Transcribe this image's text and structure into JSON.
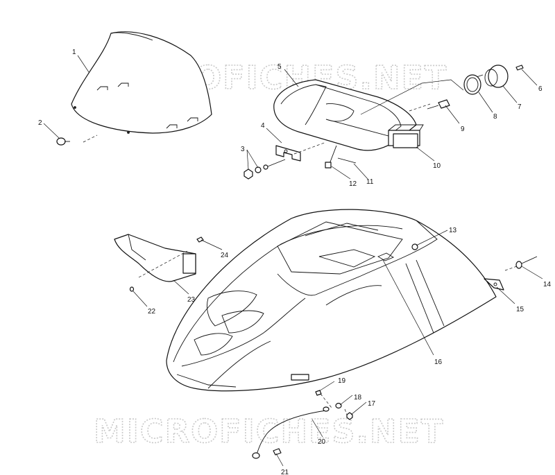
{
  "watermark": {
    "top_text": "MICROFICHES.NET",
    "bottom_text": "MICROFICHES.NET"
  },
  "callouts": [
    "1",
    "2",
    "3",
    "4",
    "5",
    "6",
    "7",
    "8",
    "9",
    "10",
    "11",
    "12",
    "13",
    "14",
    "15",
    "16",
    "17",
    "18",
    "19",
    "20",
    "21",
    "22",
    "23",
    "24"
  ]
}
